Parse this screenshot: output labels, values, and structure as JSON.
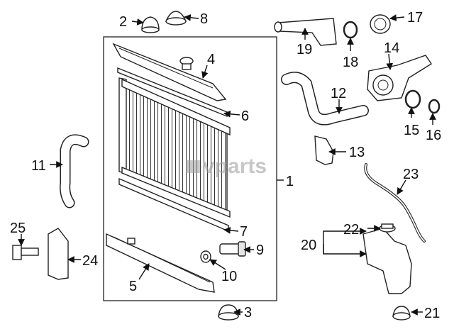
{
  "diagram": {
    "watermark": "vparts",
    "callouts": [
      "1",
      "2",
      "3",
      "4",
      "5",
      "6",
      "7",
      "8",
      "9",
      "10",
      "11",
      "12",
      "13",
      "14",
      "15",
      "16",
      "17",
      "18",
      "19",
      "20",
      "21",
      "22",
      "23",
      "24",
      "25"
    ]
  }
}
